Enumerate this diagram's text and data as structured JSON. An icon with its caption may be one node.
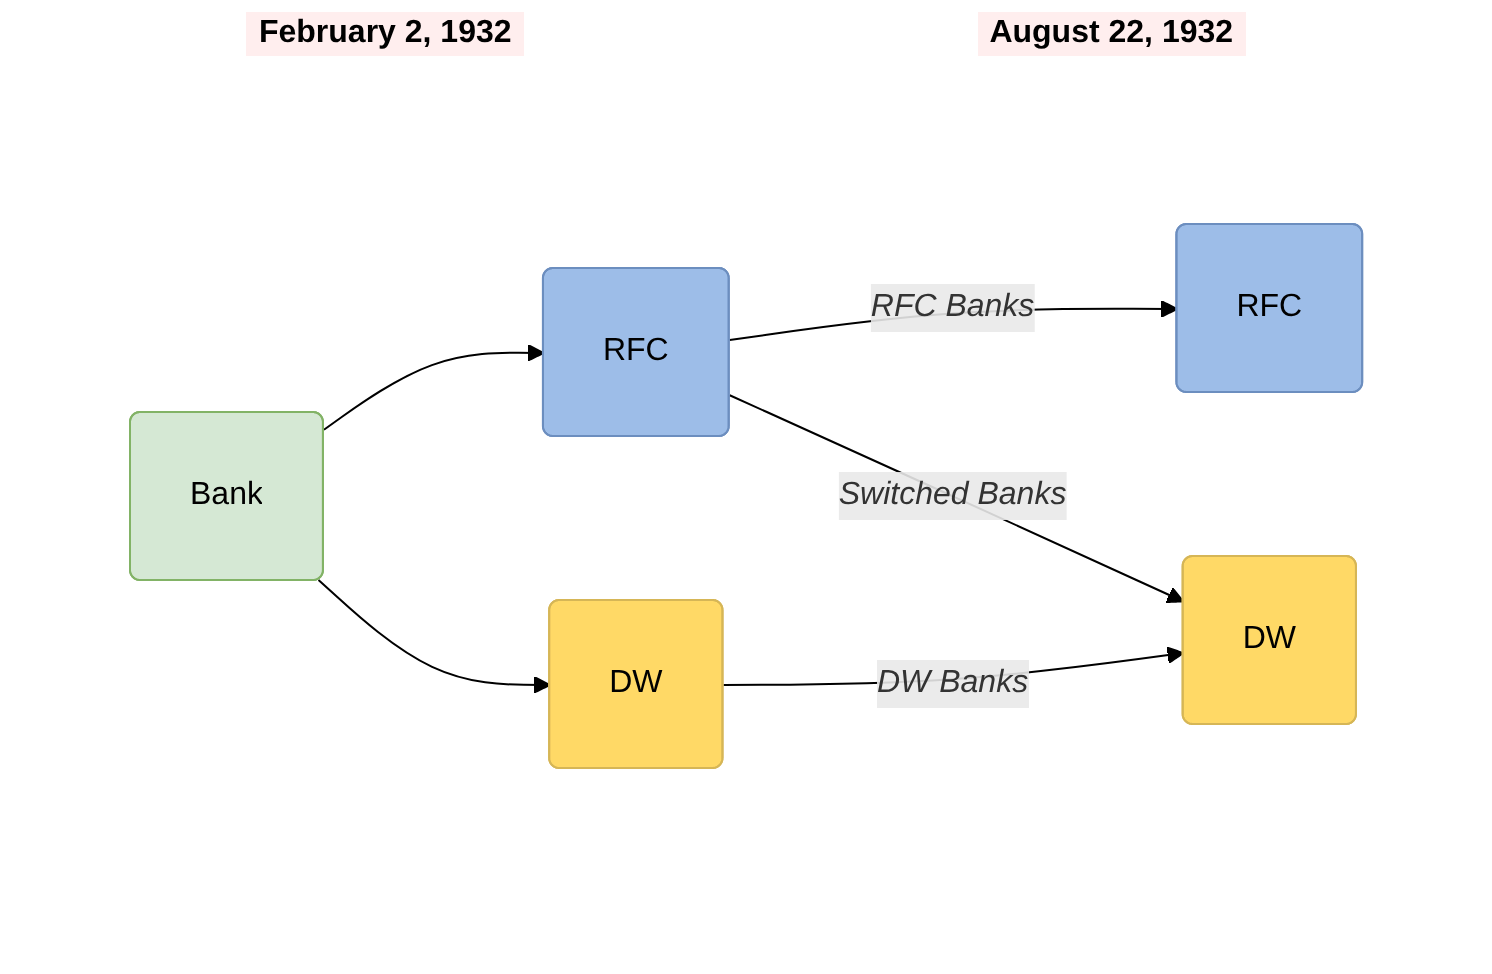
{
  "diagram": {
    "nodes": [
      {
        "text": [
          "Bank"
        ]
      },
      {
        "text": [
          "RFC"
        ]
      },
      {
        "text": [
          "DW"
        ]
      },
      {
        "text": [
          "RFC"
        ]
      },
      {
        "text": [
          "DW"
        ]
      }
    ],
    "edges": [
      {
        "from": 0,
        "to": 1,
        "arrow": "to"
      },
      {
        "from": 0,
        "to": 2,
        "arrow": "to"
      },
      {
        "from": 1,
        "to": 3,
        "arrow": "to",
        "label": "RFC Banks"
      },
      {
        "from": 1,
        "to": 4,
        "arrow": "to",
        "label": "Switched Banks"
      },
      {
        "from": 2,
        "to": 4,
        "arrow": "to",
        "label": "DW Banks"
      }
    ],
    "labels": [
      "February 2, 1932",
      "August 22, 1932"
    ]
  }
}
